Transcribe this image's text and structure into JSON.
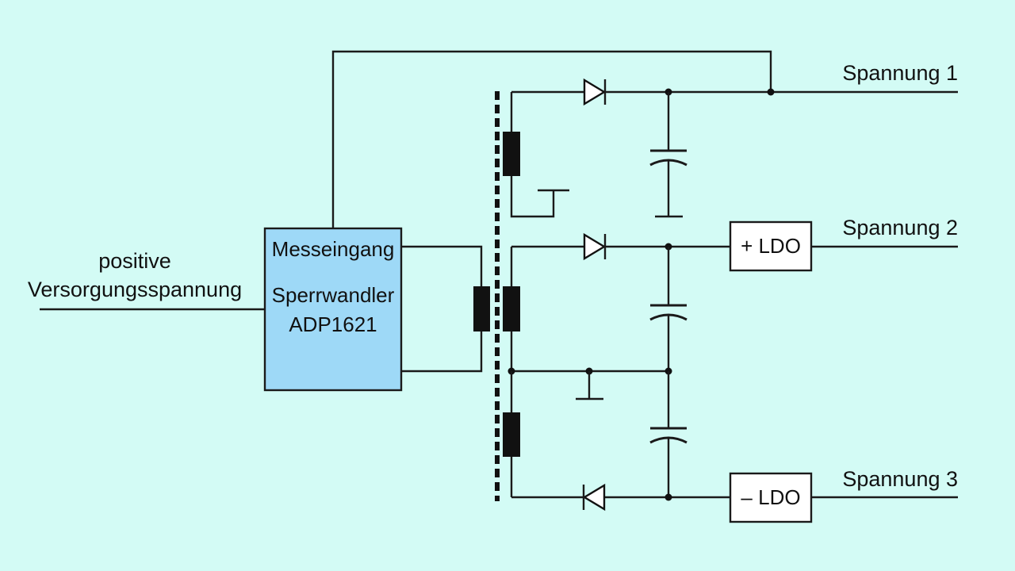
{
  "input": {
    "label_line1": "positive",
    "label_line2": "Versorgungsspannung"
  },
  "controller": {
    "line1": "Messeingang",
    "line2": "Sperrwandler",
    "line3": "ADP1621"
  },
  "ldo_positive": {
    "label": "+ LDO"
  },
  "ldo_negative": {
    "label": "– LDO"
  },
  "outputs": [
    {
      "label": "Spannung 1"
    },
    {
      "label": "Spannung 2"
    },
    {
      "label": "Spannung 3"
    }
  ],
  "colors": {
    "background": "#d3fbf5",
    "controller_fill": "#9ed9f7",
    "ldo_fill": "#ffffff",
    "line": "#1a1a1a"
  }
}
